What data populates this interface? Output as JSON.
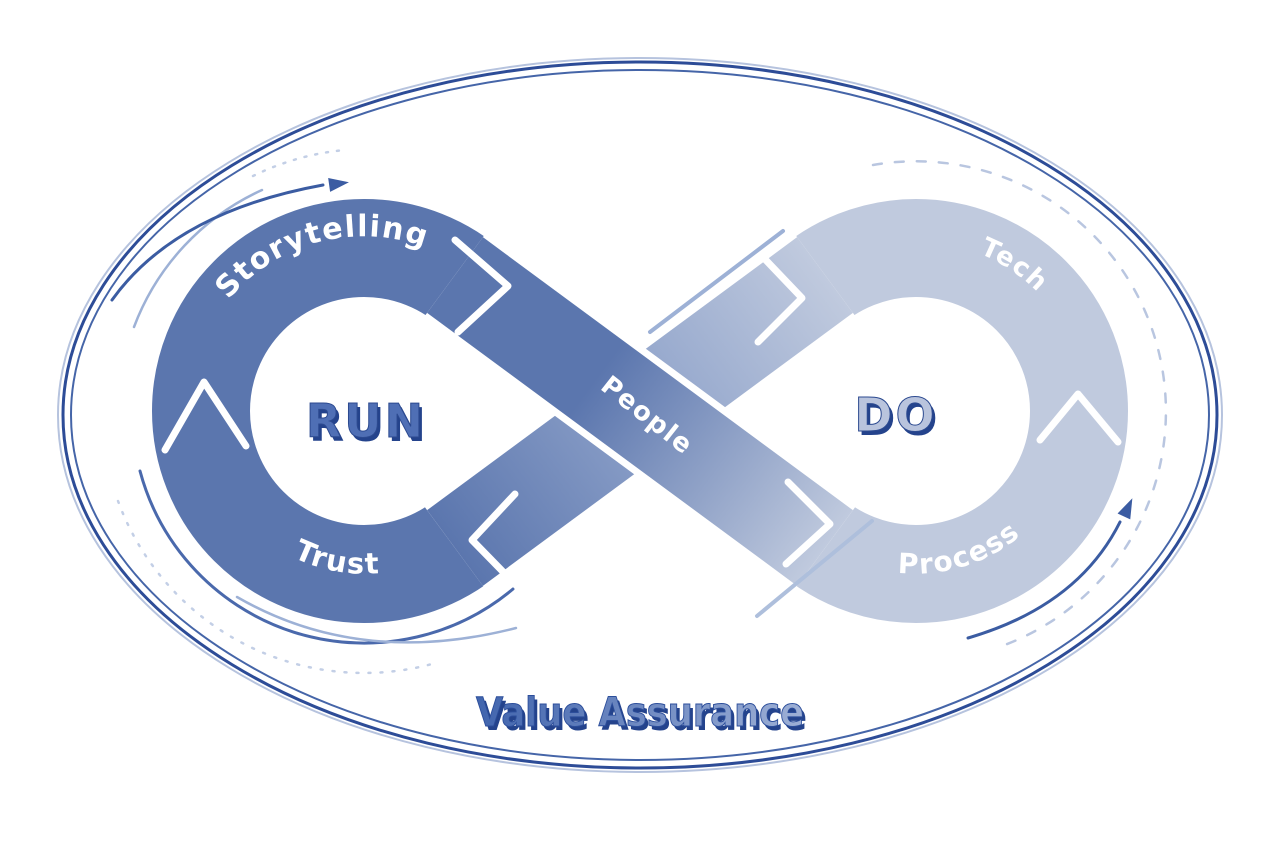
{
  "diagram": {
    "title": "Value Assurance",
    "left_loop": {
      "center_label": "RUN",
      "top_label": "Storytelling",
      "bottom_label": "Trust"
    },
    "right_loop": {
      "center_label": "DO",
      "top_label": "Tech",
      "bottom_label": "Process"
    },
    "crossing": {
      "label": "People"
    },
    "colors": {
      "dark_loop": "#5b76ae",
      "light_loop": "#c0cade",
      "outer_ellipse": "#2d4c97",
      "outer_ellipse_inner": "#4565a8",
      "outer_ellipse_halo": "#b6c3de",
      "accent_arc": "#3b5ca2",
      "light_arc": "#9db1d6",
      "faint_dash": "#c3cfe6",
      "run_fill": "#4f6fb5",
      "do_fill": "#b9c4dd",
      "text_shadow": "#24438c",
      "title_gradient_start": "#3f63ad",
      "title_gradient_end": "#9fb1d6",
      "label_text": "#ffffff"
    }
  }
}
